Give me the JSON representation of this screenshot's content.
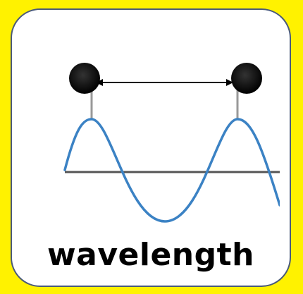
{
  "card": {
    "label": "wavelength"
  },
  "colors": {
    "background": "#fff200",
    "card": "#ffffff",
    "card_border": "#4a5a7a",
    "wave": "#3b82c4",
    "axis": "#555555",
    "particle": "#000000"
  },
  "icons": [
    "particle-dot",
    "double-arrow",
    "sine-wave"
  ]
}
